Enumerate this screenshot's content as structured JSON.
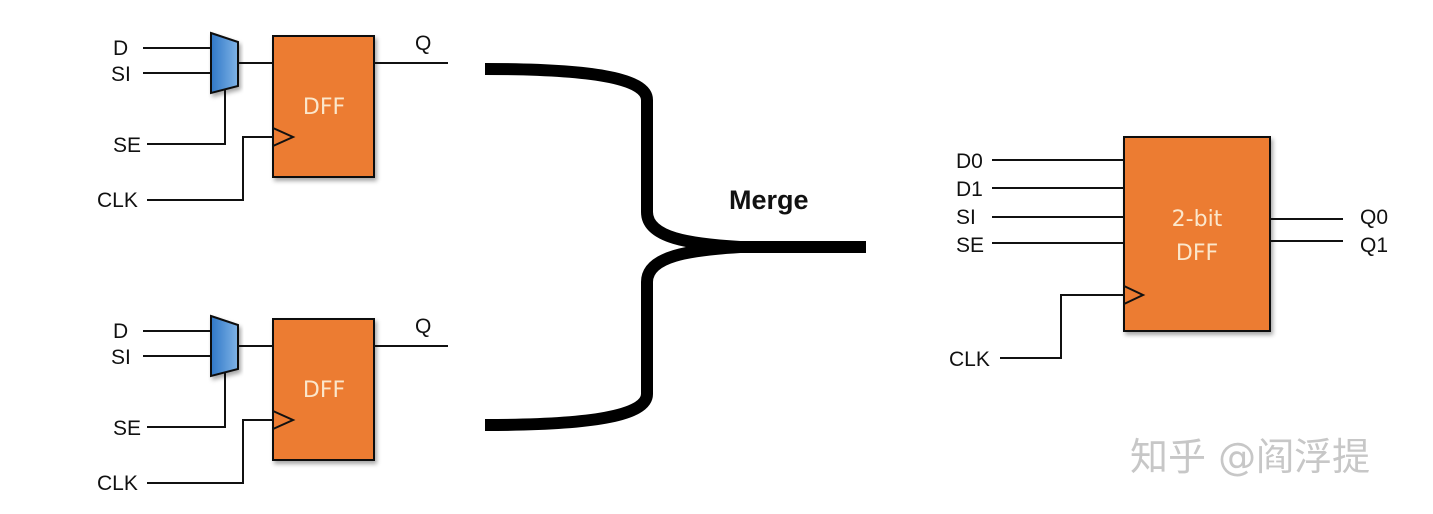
{
  "colors": {
    "dff_fill": "#ec7c33",
    "dff_text": "#fbe7cc",
    "mux_fill_light": "#7fb3e6",
    "mux_fill_dark": "#2f77c7",
    "wire": "#111111",
    "watermark": "#c7c7c7"
  },
  "left": {
    "cells": [
      {
        "inputs": {
          "d": "D",
          "si": "SI",
          "se": "SE",
          "clk": "CLK"
        },
        "block_label": "DFF",
        "output": "Q"
      },
      {
        "inputs": {
          "d": "D",
          "si": "SI",
          "se": "SE",
          "clk": "CLK"
        },
        "block_label": "DFF",
        "output": "Q"
      }
    ]
  },
  "merge": {
    "label": "Merge"
  },
  "right": {
    "block_label_line1": "2-bit",
    "block_label_line2": "DFF",
    "inputs": [
      "D0",
      "D1",
      "SI",
      "SE"
    ],
    "clk": "CLK",
    "outputs": [
      "Q0",
      "Q1"
    ]
  },
  "watermark": "知乎 @阎浮提"
}
